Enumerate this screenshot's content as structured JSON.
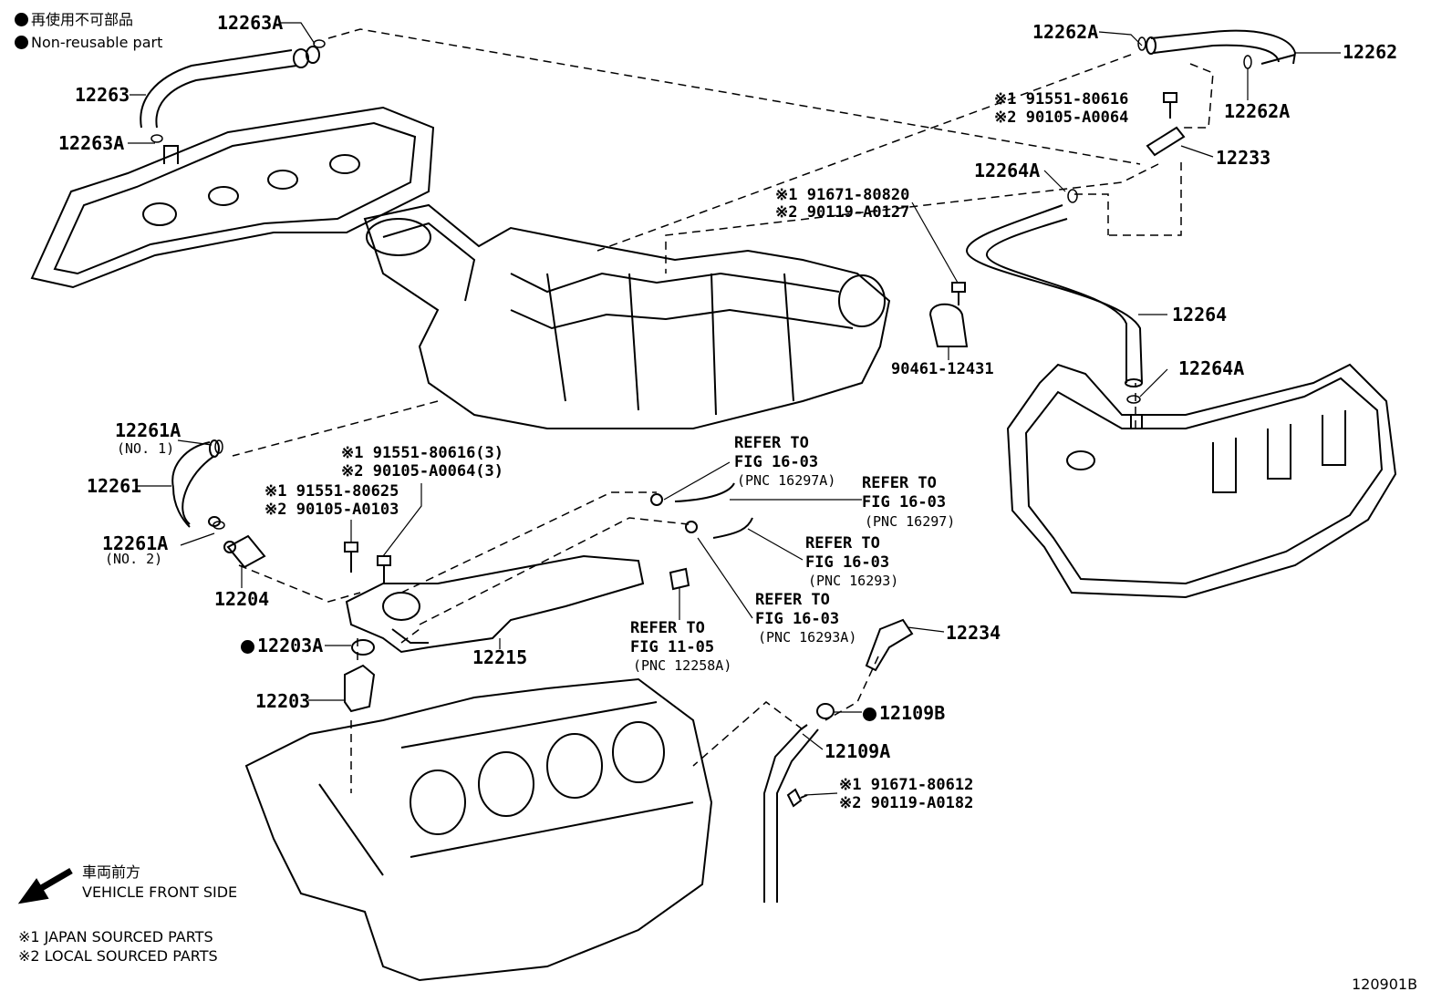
{
  "legend": {
    "non_reusable_jp": "再使用不可部品",
    "non_reusable_en": "Non-reusable part",
    "front_jp": "車両前方",
    "front_en": "VEHICLE FRONT SIDE",
    "note1": "※1 JAPAN SOURCED PARTS",
    "note2": "※2 LOCAL SOURCED PARTS"
  },
  "diagram_code": "120901B",
  "parts": {
    "p12263A_top": "12263A",
    "p12263": "12263",
    "p12263A_bottom": "12263A",
    "p12262A_top": "12262A",
    "p12262": "12262",
    "p12262A_right": "12262A",
    "bolt1_line1": "※1 91551-80616",
    "bolt1_line2": "※2 90105-A0064",
    "p12233": "12233",
    "p12264A_top": "12264A",
    "bolt2_line1": "※1 91671-80820",
    "bolt2_line2": "※2 90119-A0127",
    "p12264": "12264",
    "p90461": "90461-12431",
    "p12264A_bottom": "12264A",
    "p12261A_no1": "12261A",
    "no1": "(NO. 1)",
    "p12261": "12261",
    "p12261A_no2": "12261A",
    "no2": "(NO. 2)",
    "p12204": "12204",
    "bolt3_line1": "※1 91551-80616(3)",
    "bolt3_line2": "※2 90105-A0064(3)",
    "bolt4_line1": "※1 91551-80625",
    "bolt4_line2": "※2 90105-A0103",
    "p12203A": "12203A",
    "p12215": "12215",
    "p12203": "12203",
    "p12234": "12234",
    "p12109B": "12109B",
    "p12109A": "12109A",
    "bolt5_line1": "※1 91671-80612",
    "bolt5_line2": "※2 90119-A0182"
  },
  "refs": {
    "r1_a": "REFER TO",
    "r1_b": "FIG 16-03",
    "r1_c": "(PNC 16297A)",
    "r2_a": "REFER TO",
    "r2_b": "FIG 16-03",
    "r2_c": "(PNC 16297)",
    "r3_a": "REFER TO",
    "r3_b": "FIG 16-03",
    "r3_c": "(PNC 16293)",
    "r4_a": "REFER TO",
    "r4_b": "FIG 16-03",
    "r4_c": "(PNC 16293A)",
    "r5_a": "REFER TO",
    "r5_b": "FIG 11-05",
    "r5_c": "(PNC 12258A)"
  }
}
